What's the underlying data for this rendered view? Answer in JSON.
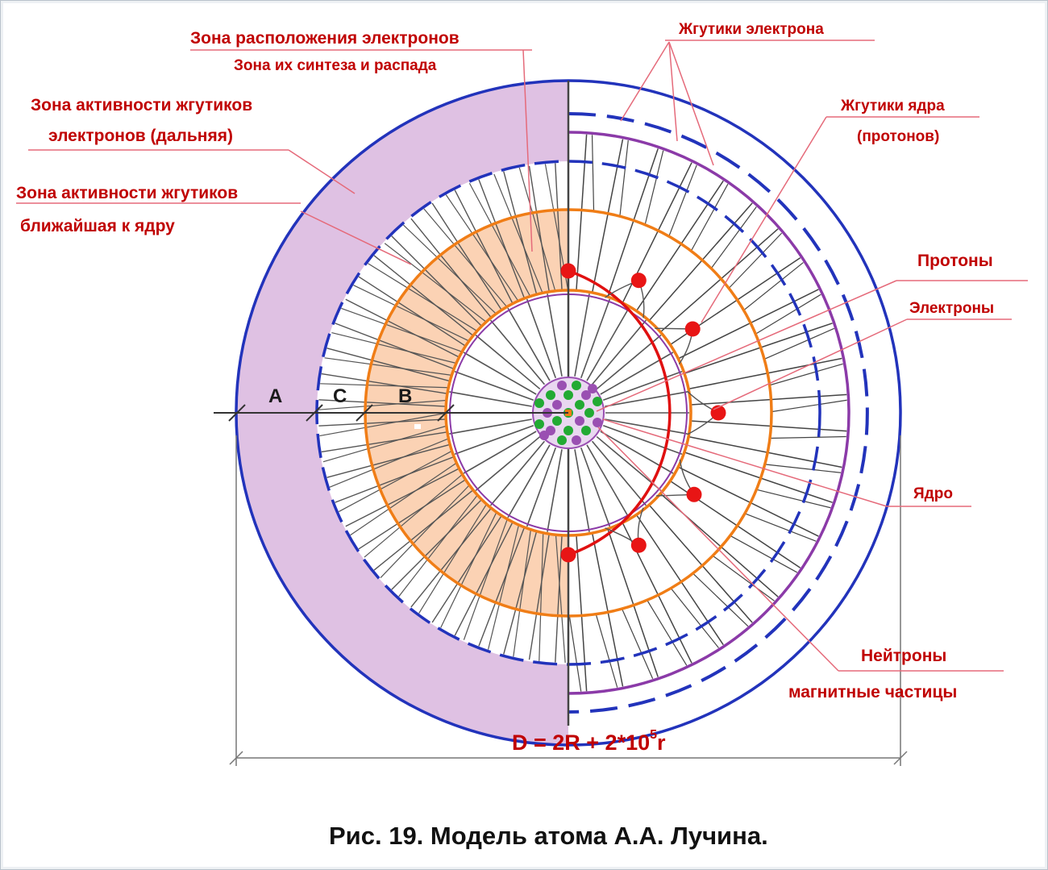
{
  "labels": {
    "electron_zone_1": "Зона расположения электронов",
    "electron_zone_2": "Зона их синтеза и распада",
    "far_zone_1": "Зона активности жгутиков",
    "far_zone_2": "электронов (дальняя)",
    "near_zone_1": "Зона активности жгутиков",
    "near_zone_2": "ближайшая к ядру",
    "electron_flagella": "Жгутики электрона",
    "nucleus_flagella_1": "Жгутики ядра",
    "nucleus_flagella_2": "(протонов)",
    "protons": "Протоны",
    "electrons": "Электроны",
    "nucleus": "Ядро",
    "neutrons_1": "Нейтроны",
    "neutrons_2": "магнитные частицы"
  },
  "zones": {
    "a": "A",
    "c": "C",
    "b": "B"
  },
  "formula": {
    "main": "D = 2R + 2*10",
    "exp": "5",
    "tail": "r"
  },
  "caption": "Рис. 19. Модель атома А.А. Лучина.",
  "colors": {
    "label_red": "#c00000",
    "far_zone_fill": "#dfc1e3",
    "near_zone_fill": "#fbd2b4",
    "blue_ring": "#2233bb",
    "purple_ring": "#8b3aa8",
    "orange_ring": "#f07d16",
    "red_orbit": "#e01010",
    "spokes": "#444444",
    "neutron_green": "#22aa33",
    "neutron_purple": "#9a4fb2"
  }
}
